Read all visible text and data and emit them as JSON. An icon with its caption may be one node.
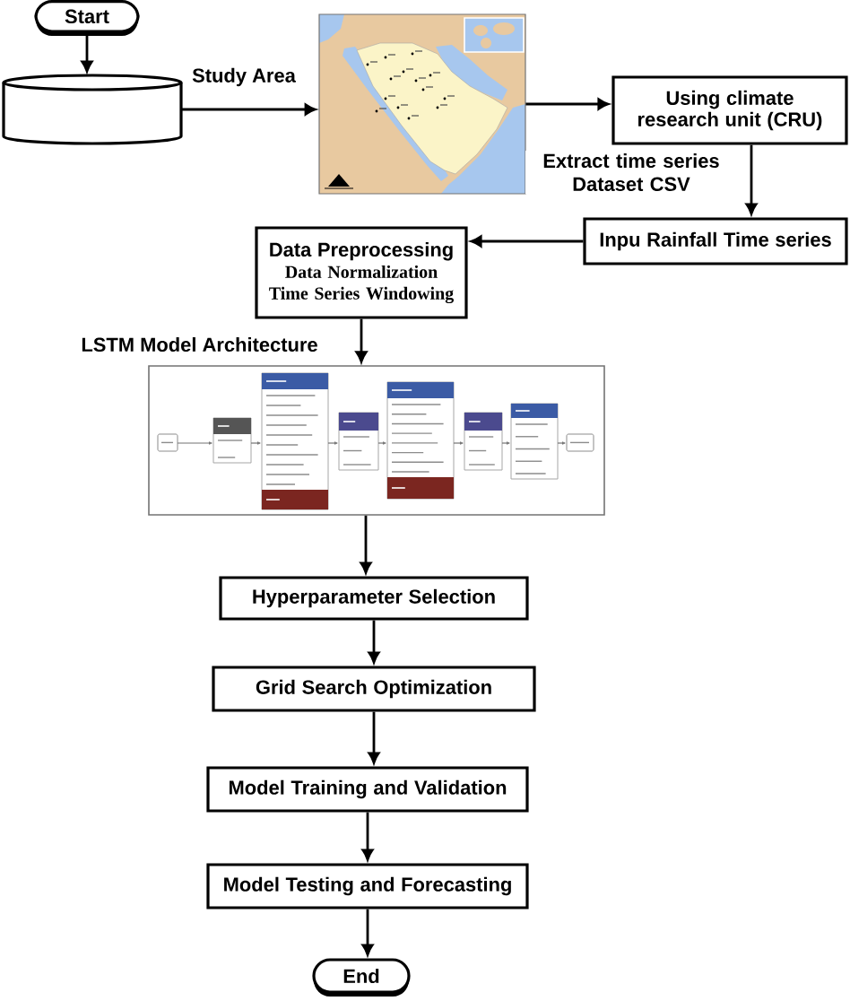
{
  "diagram": {
    "nodes": [
      {
        "text": [
          "Start"
        ]
      },
      {
        "text": [],
        "shape": "cylinder"
      },
      {
        "text": [],
        "shape": "picture"
      },
      {
        "text": [
          "Using climate research unit (CRU)"
        ]
      },
      {
        "text": [
          "Inpu Rainfall Time series"
        ]
      },
      {
        "text": [
          "Data Preprocessing",
          "Data Normalization",
          "Time Series Windowing"
        ]
      },
      {
        "text": [
          "LSTM Model Architecture"
        ]
      },
      {
        "text": [
          "Hyperparameter Selection"
        ]
      },
      {
        "text": [
          "Grid Search Optimization"
        ]
      },
      {
        "text": [
          "Model Training and Validation"
        ]
      },
      {
        "text": [
          "Model Testing and Forecasting"
        ]
      },
      {
        "text": [
          "End"
        ]
      }
    ],
    "edges": [
      {
        "from": 0,
        "to": 1,
        "arrow": "to"
      },
      {
        "from": 1,
        "to": 2,
        "arrow": "to",
        "label": "Study Area"
      },
      {
        "from": 2,
        "to": 3,
        "arrow": "to"
      },
      {
        "from": 3,
        "to": 4,
        "arrow": "to",
        "label": "Extract time series Dataset CSV"
      },
      {
        "from": 4,
        "to": 5,
        "arrow": "to"
      },
      {
        "from": 5,
        "to": 6,
        "arrow": "to"
      },
      {
        "from": 6,
        "to": 7,
        "arrow": "to"
      },
      {
        "from": 7,
        "to": 8,
        "arrow": "to"
      },
      {
        "from": 8,
        "to": 9,
        "arrow": "to"
      },
      {
        "from": 9,
        "to": 10,
        "arrow": "to"
      },
      {
        "from": 10,
        "to": 11,
        "arrow": "to"
      }
    ]
  }
}
